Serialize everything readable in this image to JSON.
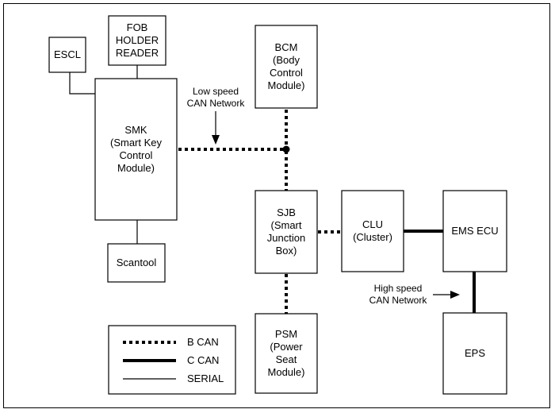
{
  "colors": {
    "line": "#000000",
    "background": "#ffffff"
  },
  "modules": {
    "escl": "ESCL",
    "fob": "FOB\nHOLDER\nREADER",
    "smk": "SMK\n(Smart Key\nControl\nModule)",
    "scantool": "Scantool",
    "bcm": "BCM\n(Body\nControl\nModule)",
    "sjb": "SJB\n(Smart\nJunction\nBox)",
    "psm": "PSM\n(Power\nSeat\nModule)",
    "clu": "CLU\n(Cluster)",
    "ems": "EMS ECU",
    "eps": "EPS"
  },
  "annotations": {
    "low_speed": "Low speed\nCAN Network",
    "high_speed": "High speed\nCAN Network"
  },
  "legend": {
    "b_can": "B CAN",
    "c_can": "C CAN",
    "serial": "SERIAL"
  }
}
